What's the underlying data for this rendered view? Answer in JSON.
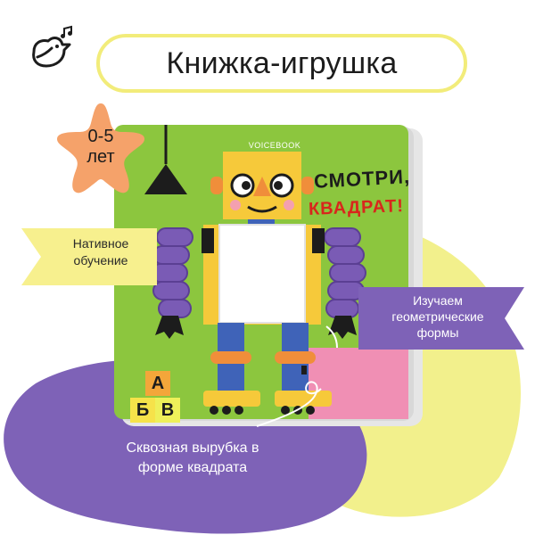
{
  "header": {
    "title": "Книжка-игрушка"
  },
  "badge": {
    "age_line1": "0-5",
    "age_line2": "лет"
  },
  "features": {
    "native_learning": "Нативное обучение",
    "geometry": "Изучаем геометрические формы",
    "cutout": "Сквозная вырубка в форме квадрата"
  },
  "book": {
    "publisher": "VOICEBOOK",
    "title_line1": "СМОТРИ,",
    "title_line2": "КВАДРАТ!",
    "cubes": [
      "А",
      "Б",
      "В"
    ]
  },
  "colors": {
    "book_green": "#8cc63e",
    "purple": "#7e62b7",
    "yellow_blob": "#f2f08c",
    "star": "#f5a26a",
    "ribbon_yellow": "#f7f08e",
    "robot_head": "#f6c93a"
  },
  "icons": {
    "logo": "bird-music-icon"
  }
}
